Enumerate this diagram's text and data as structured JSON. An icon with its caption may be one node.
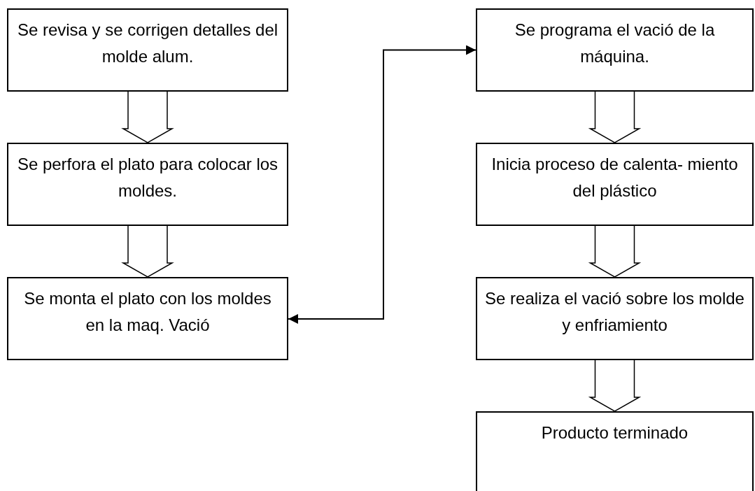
{
  "diagram": {
    "nodes": [
      {
        "text": [
          "Se revisa y se corrigen detalles del molde alum."
        ]
      },
      {
        "text": [
          "Se perfora el plato para colocar los moldes."
        ]
      },
      {
        "text": [
          "Se monta el plato con los moldes en la maq. Vació"
        ]
      },
      {
        "text": [
          "Se programa el vació de la máquina."
        ]
      },
      {
        "text": [
          "Inicia proceso de calenta- miento del plástico"
        ]
      },
      {
        "text": [
          "Se realiza el vació sobre los molde y enfriamiento"
        ]
      },
      {
        "text": [
          "Producto terminado"
        ]
      }
    ],
    "edges": [
      {
        "from": 0,
        "to": 1,
        "arrow": "to",
        "style": "thick"
      },
      {
        "from": 1,
        "to": 2,
        "arrow": "to",
        "style": "thick"
      },
      {
        "from": 2,
        "to": 3,
        "arrow": "both"
      },
      {
        "from": 3,
        "to": 4,
        "arrow": "to",
        "style": "thick"
      },
      {
        "from": 4,
        "to": 5,
        "arrow": "to",
        "style": "thick"
      },
      {
        "from": 5,
        "to": 6,
        "arrow": "to",
        "style": "thick"
      }
    ]
  }
}
